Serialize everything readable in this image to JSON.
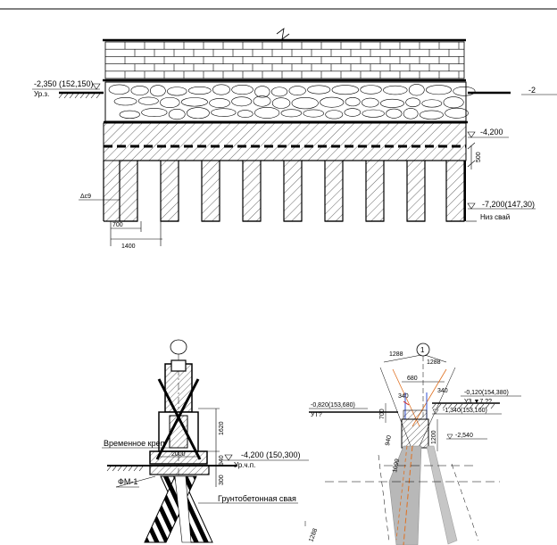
{
  "top_section": {
    "left_level_value": "-2,350 (152,150)",
    "left_level_label": "Ур.з.",
    "right_edge_level": "-2",
    "level_mid": "-4,200",
    "dim_vertical": "500",
    "bottom_level_value": "-7,200(147,30)",
    "bottom_level_label": "Низ свай",
    "left_side_label": "Δc9",
    "dim_small": "700",
    "dim_span": "1400"
  },
  "bottom_left": {
    "dim_height": "1620",
    "label_temp": "Временное креп",
    "dim_width": "2000",
    "level_value": "-4,200 (150,300)",
    "level_label": "Ур.ч.п.",
    "dim_940": "940",
    "dim_300": "300",
    "label_fm": "ФМ-1",
    "label_pile": "Грунтобетонная свая"
  },
  "bottom_right": {
    "circle_label": "1",
    "dim_1288_left": "1288",
    "dim_1288_right": "1288",
    "dim_680": "680",
    "dim_340_a": "340",
    "dim_340_b": "340",
    "level_top_right": "-0,120(154,380)",
    "level_top_right_sub": "УЗ ▼7 ??",
    "level_mid_right": "-1,340(153,160)",
    "level_left_value": "-0,820(153,680)",
    "level_left_label": "УТ?",
    "dim_700": "700",
    "dim_1200": "1200",
    "level_2540": "-2,540",
    "dim_940": "940",
    "dim_1099": "1099",
    "dim_stray": "1288"
  },
  "colors": {
    "line": "#000000",
    "pile_gray": "#b8b8b8",
    "accent_orange": "#e07020",
    "accent_blue": "#3050d0",
    "accent_red": "#d02020"
  }
}
